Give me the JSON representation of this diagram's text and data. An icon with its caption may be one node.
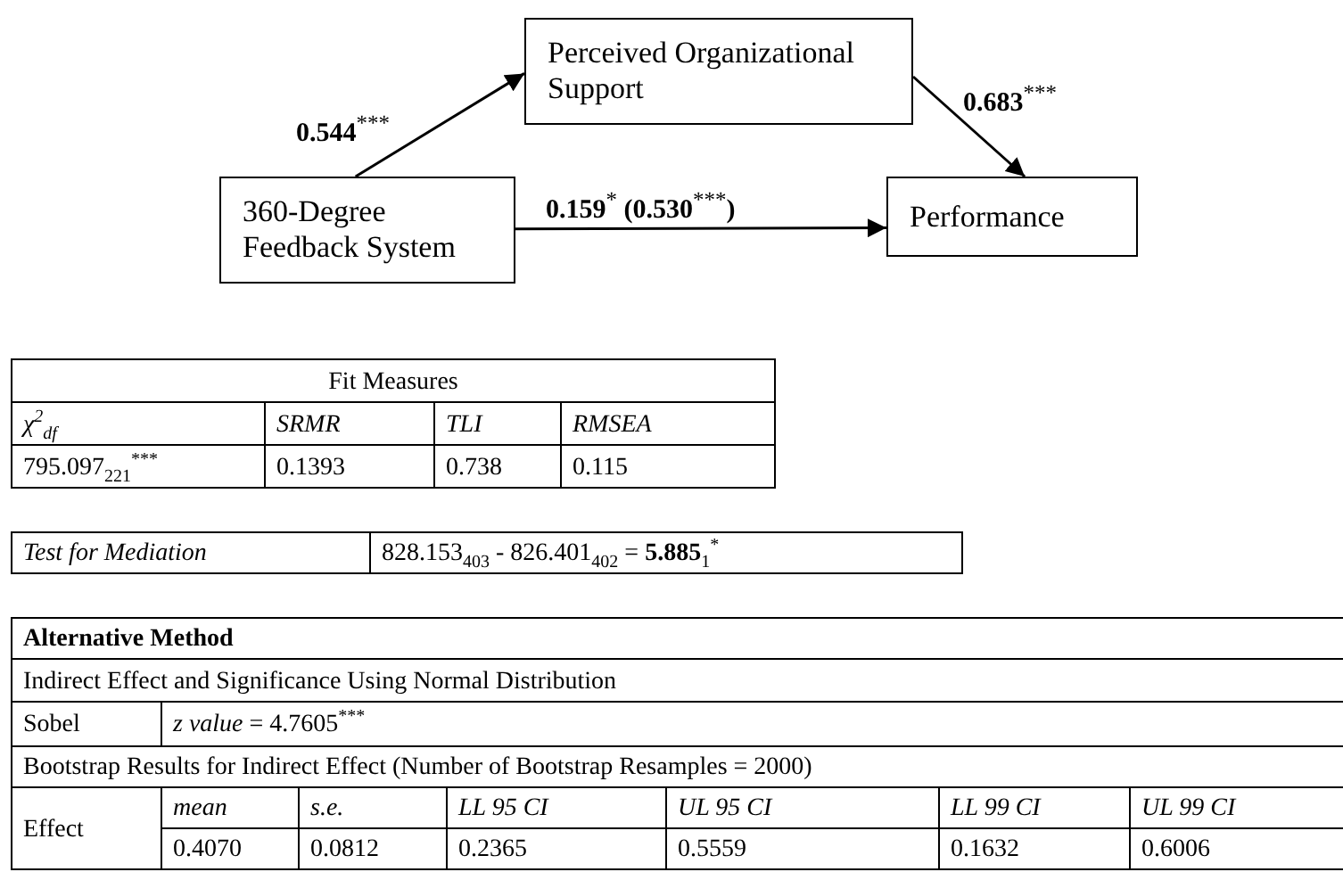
{
  "diagram": {
    "nodes": [
      {
        "text": [
          "Perceived Organizational Support"
        ]
      },
      {
        "text": [
          "360-Degree Feedback System"
        ]
      },
      {
        "text": [
          "Performance"
        ]
      }
    ],
    "edges": [
      {
        "from": 1,
        "to": 0,
        "arrow": "to",
        "label": "**0.544**$^{***}$"
      },
      {
        "from": 0,
        "to": 2,
        "arrow": "to",
        "label": "**0.683**$^{***}$"
      },
      {
        "from": 1,
        "to": 2,
        "arrow": "to",
        "label": "**0.159**$^{*}$ **(0.530**$^{***}$**)**"
      }
    ],
    "labels": [
      "Fit Measures",
      "*χ*$^{2}$$_{df}$",
      "SRMR",
      "TLI",
      "RMSEA",
      "795.097$_{221}$$^{***}$",
      "0.1393",
      "0.738",
      "0.115",
      "Test for Mediation",
      "828.153$_{403}$ - 826.401$_{402}$ = **5.885**$_{1}$$^{*}$",
      "Alternative Method",
      "Indirect Effect and Significance Using Normal Distribution",
      "Sobel",
      "*z value* = 4.7605$^{***}$",
      "Bootstrap Results for Indirect Effect (Number of Bootstrap Resamples = 2000)",
      "Effect",
      "mean",
      "s.e.",
      "LL 95 CI",
      "UL 95 CI",
      "LL 99 CI",
      "UL 99 CI",
      "0.4070",
      "0.0812",
      "0.2365",
      "0.5559",
      "0.1632",
      "0.6006"
    ]
  }
}
